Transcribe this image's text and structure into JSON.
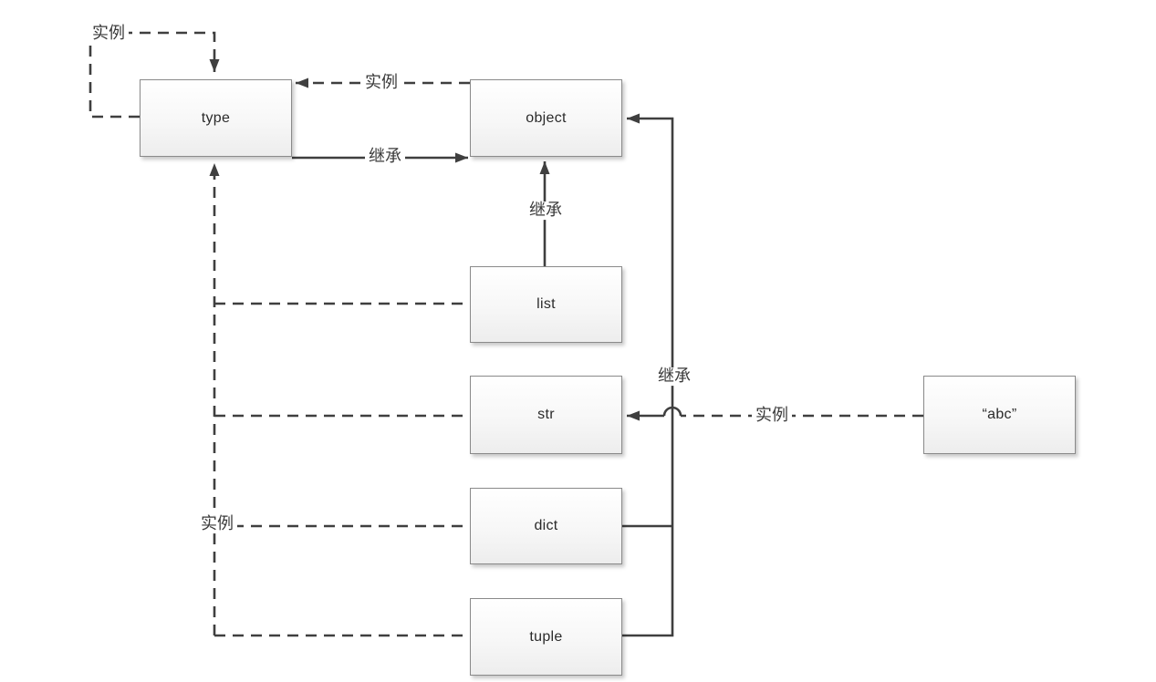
{
  "diagram": {
    "description": "Python type/object relationship diagram",
    "nodes": [
      {
        "id": "type",
        "label": "type"
      },
      {
        "id": "object",
        "label": "object"
      },
      {
        "id": "list",
        "label": "list"
      },
      {
        "id": "str",
        "label": "str"
      },
      {
        "id": "dict",
        "label": "dict"
      },
      {
        "id": "tuple",
        "label": "tuple"
      },
      {
        "id": "abc",
        "label": "“abc”"
      }
    ],
    "edges": [
      {
        "from": "type",
        "to": "type",
        "label": "实例",
        "style": "dashed"
      },
      {
        "from": "object",
        "to": "type",
        "label": "实例",
        "style": "dashed"
      },
      {
        "from": "type",
        "to": "object",
        "label": "继承",
        "style": "solid"
      },
      {
        "from": "list",
        "to": "object",
        "label": "继承",
        "style": "solid"
      },
      {
        "from": "dict,tuple",
        "to": "object",
        "label": "继承",
        "style": "solid"
      },
      {
        "from": "abc",
        "to": "str",
        "label": "实例",
        "style": "dashed"
      },
      {
        "from": "type",
        "to": "list,str,dict,tuple",
        "label": "实例",
        "style": "dashed"
      }
    ]
  },
  "colors": {
    "line": "#3f3f3f",
    "box_border": "#8a8a8a",
    "box_fill_top": "#ffffff",
    "box_fill_bottom": "#ededed",
    "background": "#ffffff",
    "text": "#2b2b2b"
  }
}
